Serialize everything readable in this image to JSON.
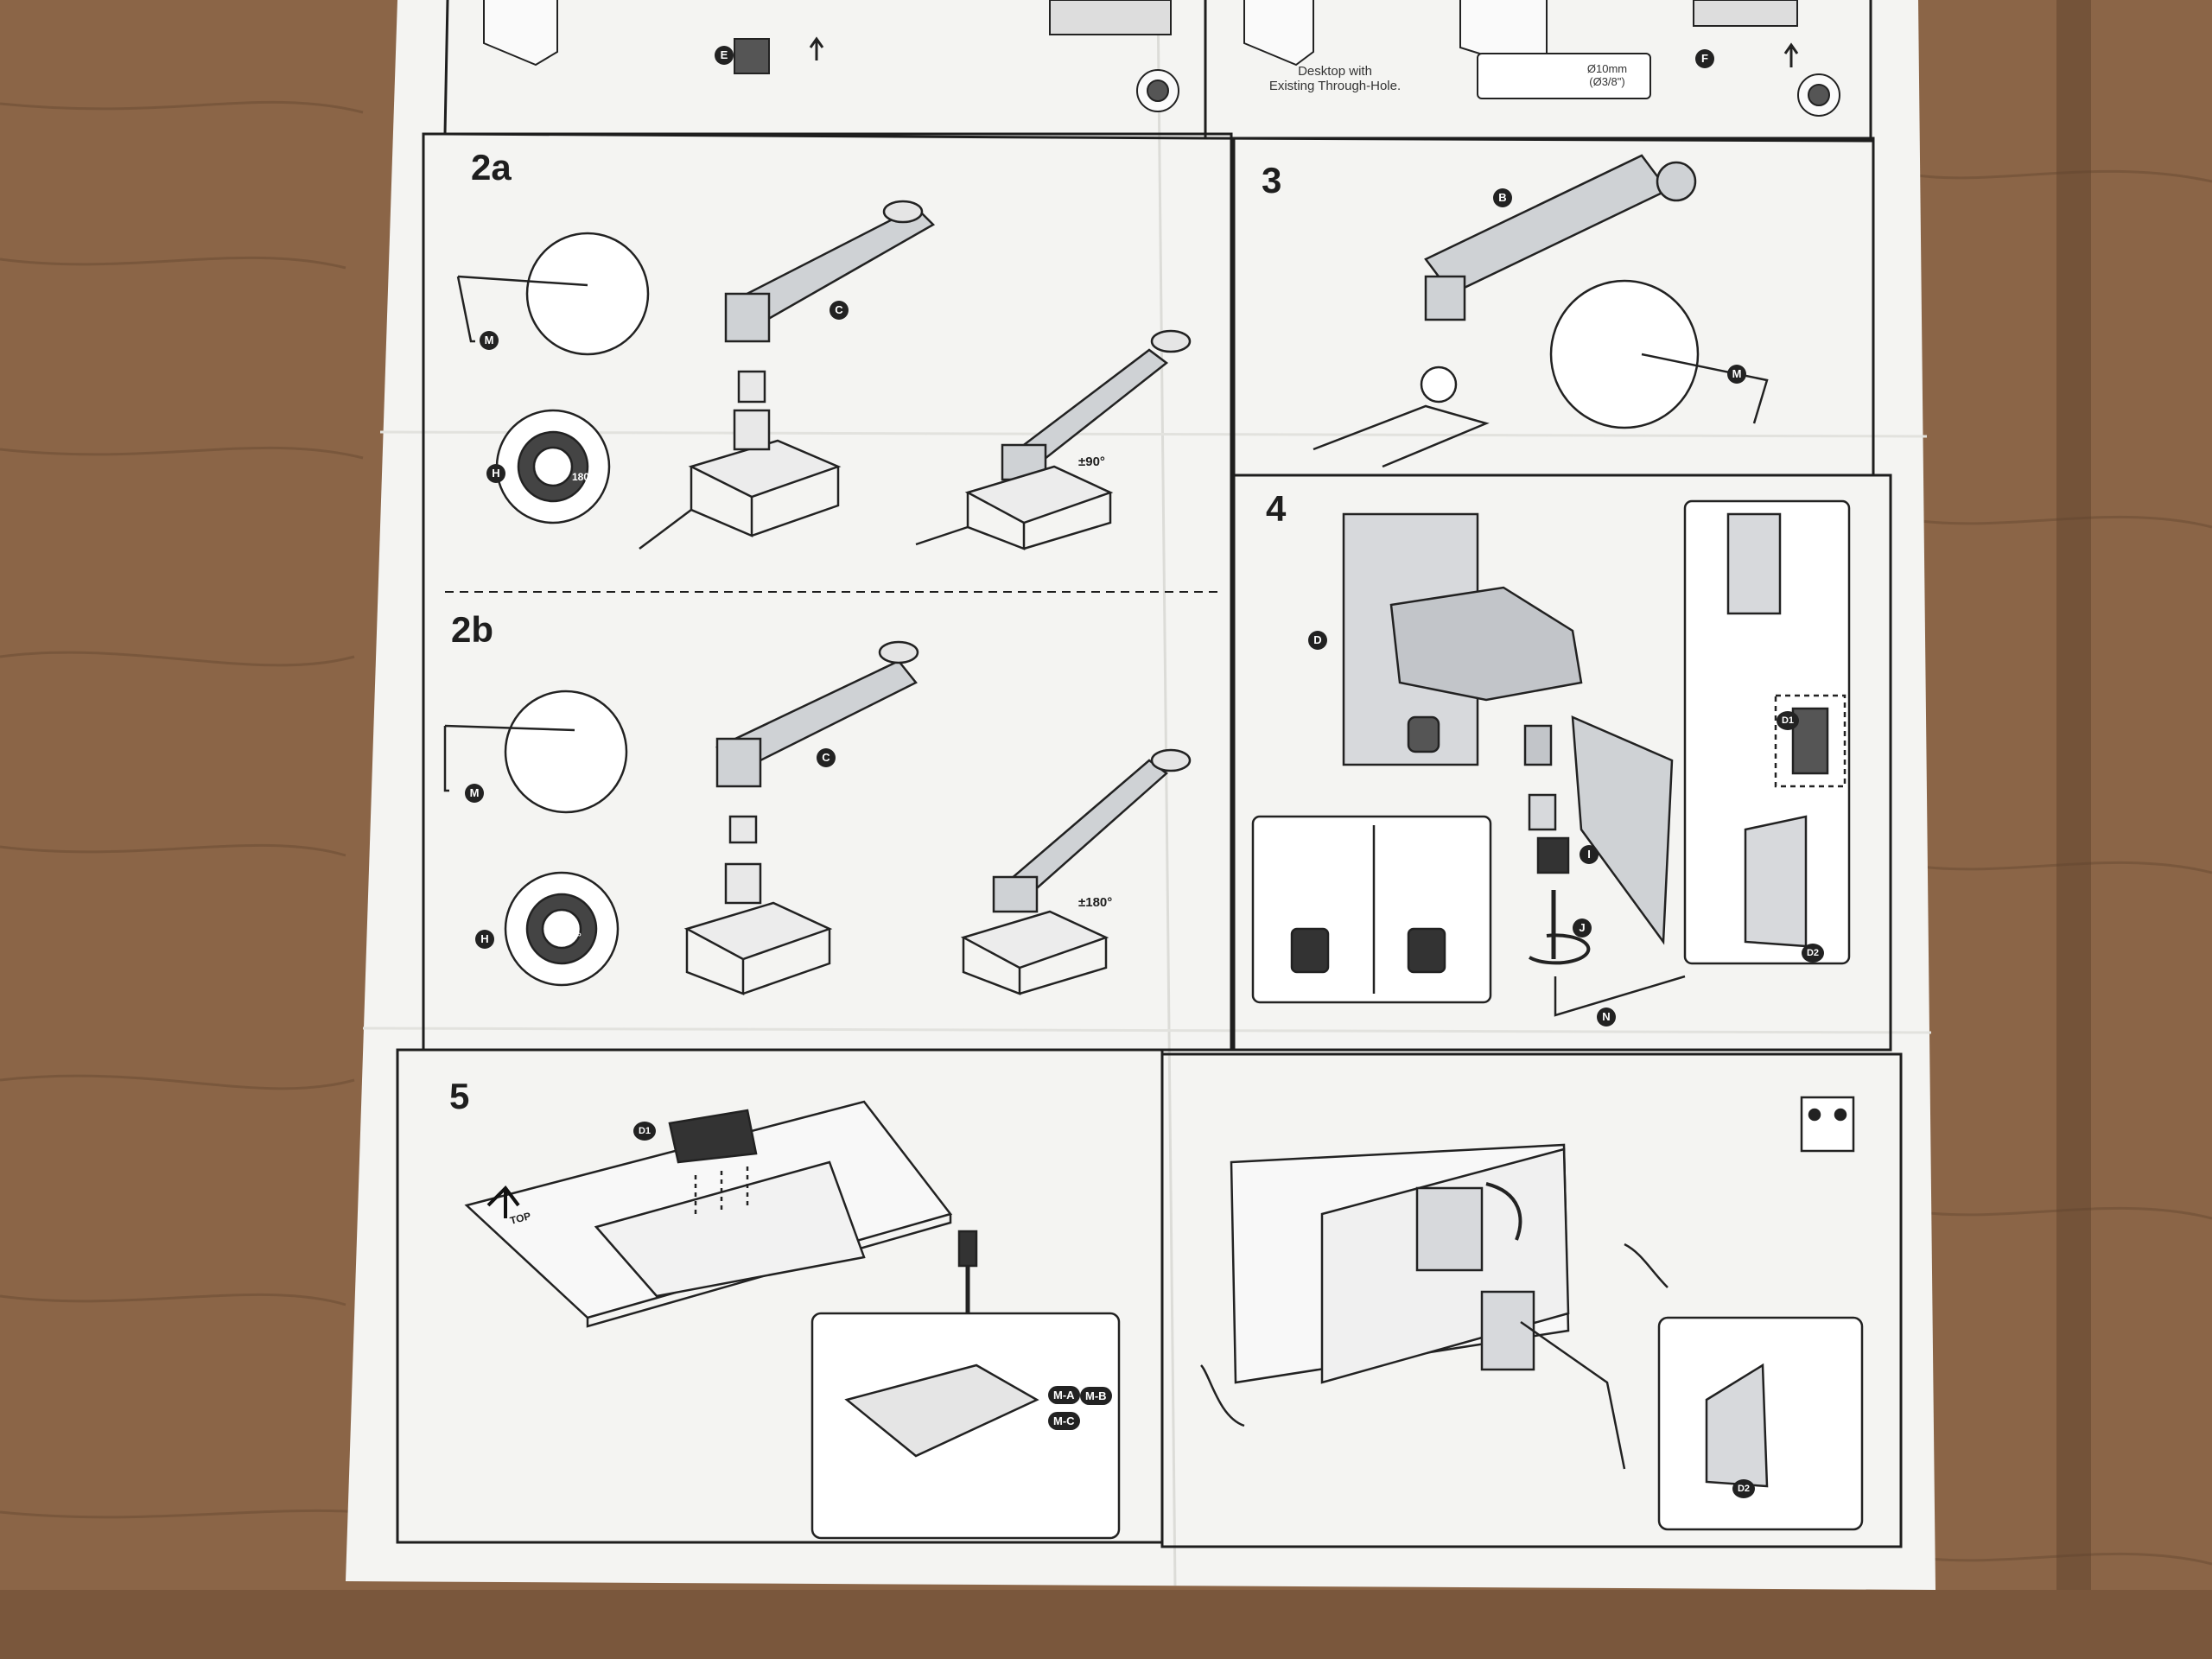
{
  "colors": {
    "table": "#8a6446",
    "paper": "#f4f4f2",
    "ink": "#1e1e1e",
    "metal": "#b9bcc0"
  },
  "steps": [
    "2a",
    "3",
    "2b",
    "4",
    "5"
  ],
  "top_strip": {
    "e_part": "E",
    "f_part": "F",
    "desktop_note_line1": "Desktop with",
    "desktop_note_line2": "Existing Through-Hole.",
    "hole_size_line1": "Ø10mm",
    "hole_size_line2": "(Ø3/8\")"
  },
  "step_2a": {
    "parts": {
      "m": "M",
      "c": "C",
      "h": "H"
    },
    "ring_angle": "180°",
    "rotation": "±90°"
  },
  "step_2b": {
    "parts": {
      "m": "M",
      "c": "C",
      "h": "H"
    },
    "ring_angle": "360°",
    "rotation": "±180°"
  },
  "step_3": {
    "parts": {
      "b": "B",
      "m": "M"
    }
  },
  "step_4": {
    "parts": {
      "d": "D",
      "d1": "D1",
      "d2": "D2",
      "i": "I",
      "j": "J",
      "n": "N"
    }
  },
  "step_5": {
    "parts": {
      "d1": "D1",
      "d2": "D2"
    },
    "top_label": "TOP",
    "screws": [
      "M-A",
      "M-B",
      "M-C"
    ]
  }
}
